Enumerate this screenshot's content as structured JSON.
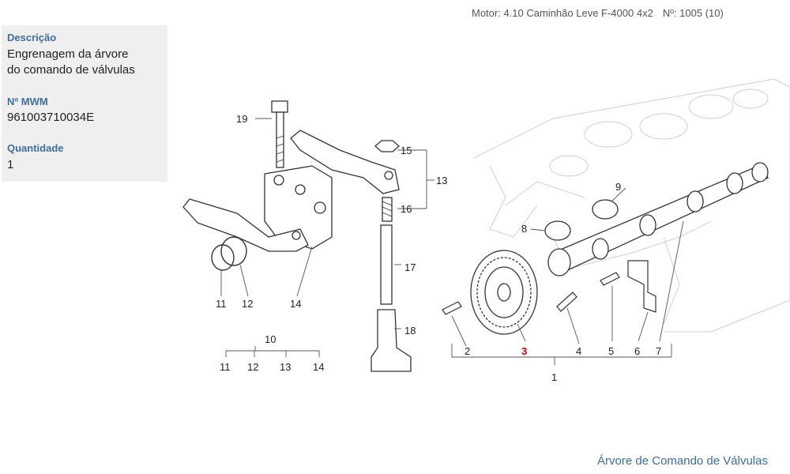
{
  "header": {
    "motor": "Motor: 4.10 Caminhão Leve F-4000 4x2",
    "number": "Nº: 1005 (10)"
  },
  "part_info": {
    "description_label": "Descrição",
    "description_lines": [
      "Engrenagem da árvore",
      "do comando de válvulas"
    ],
    "mwm_label": "Nº MWM",
    "mwm_value": "961003710034E",
    "quantity_label": "Quantidade",
    "quantity_value": "1"
  },
  "diagram": {
    "highlight_color": "#cc0000",
    "callouts": [
      "1",
      "2",
      "3",
      "4",
      "5",
      "6",
      "7",
      "8",
      "9",
      "10",
      "11",
      "12",
      "13",
      "14",
      "11",
      "12",
      "13",
      "14",
      "15",
      "16",
      "17",
      "18",
      "19"
    ],
    "selected_callout": "3"
  },
  "footer": {
    "link_label": "Árvore de Comando de Válvulas"
  }
}
